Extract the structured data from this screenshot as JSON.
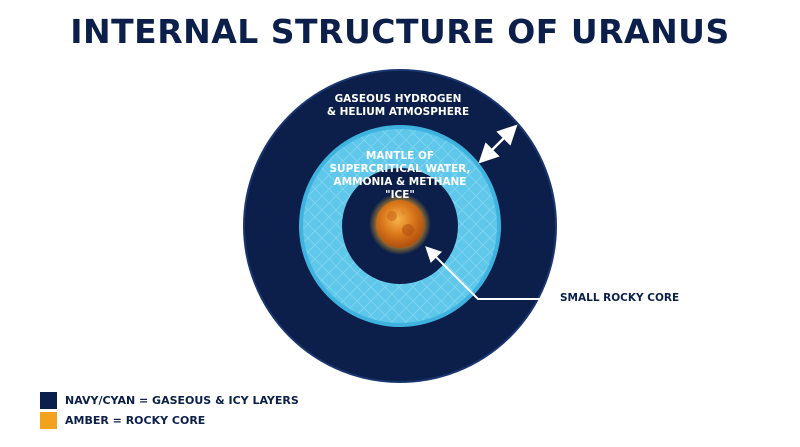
{
  "title": "INTERNAL STRUCTURE OF URANUS",
  "labels": {
    "atmosphere_line1": "GASEOUS HYDROGEN",
    "atmosphere_line2": "& HELIUM ATMOSPHERE",
    "mantle_line1": "MANTLE OF",
    "mantle_line2": "SUPERCRITICAL WATER,",
    "mantle_line3": "AMMONIA & METHANE \"ICE\"",
    "core": "SMALL ROCKY CORE"
  },
  "legend": [
    {
      "text": "NAVY/CYAN = GASEOUS & ICY LAYERS",
      "color": "#0b1f4a"
    },
    {
      "text": "AMBER = ROCKY CORE",
      "color": "#f2a21e"
    }
  ],
  "colors": {
    "atmosphere": "#0b1f4a",
    "mantle": "#5fc8ea",
    "mantle_rim": "#3fb3df",
    "inner_dark": "#0b1f4a",
    "core": "#f09a1a",
    "core_dark": "#b8500f",
    "title": "#0b1f4a"
  }
}
